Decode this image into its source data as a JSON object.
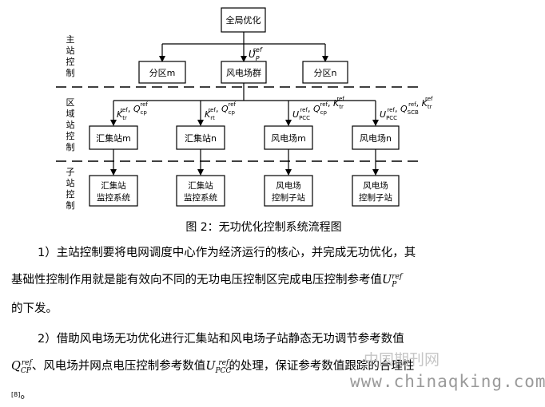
{
  "diagram": {
    "top_node": "全局优化",
    "top_edge_label": {
      "base": "U",
      "sub": "P",
      "sup": "ref"
    },
    "level2": [
      "分区m",
      "风电场群",
      "分区n"
    ],
    "level3": [
      "汇集站m",
      "汇集站n",
      "风电场m",
      "风电场n"
    ],
    "level4": [
      [
        "汇集站",
        "监控系统"
      ],
      [
        "汇集站",
        "监控系统"
      ],
      [
        "风电场",
        "控制子站"
      ],
      [
        "风电场",
        "控制子站"
      ]
    ],
    "edge_labels": [
      [
        {
          "base": "K",
          "sub": "tr",
          "sup": "ref"
        },
        {
          "base": "Q",
          "sub": "cp",
          "sup": "ref"
        }
      ],
      [
        {
          "base": "K",
          "sub": "rt",
          "sup": "ref"
        },
        {
          "base": "Q",
          "sub": "cp",
          "sup": "ref"
        }
      ],
      [
        {
          "base": "U",
          "sub": "PCC",
          "sup": "ref"
        },
        {
          "base": "Q",
          "sub": "cp",
          "sup": "ref"
        },
        {
          "base": "K",
          "sub": "tr",
          "sup": "ref"
        }
      ],
      [
        {
          "base": "U",
          "sub": "PCC",
          "sup": "ref"
        },
        {
          "base": "Q",
          "sub": "SCB",
          "sup": "ref"
        },
        {
          "base": "K",
          "sub": "tr",
          "sup": "ref"
        }
      ]
    ],
    "tier_labels": [
      "主站控制",
      "区域站控制",
      "子站控制"
    ]
  },
  "caption": "图 2：无功优化控制系统流程图",
  "paragraph1": {
    "line1": "1）主站控制要将电网调度中心作为经济运行的核心，并完成无功优化，其",
    "line2": "基础性控制作用就是能有效向不同的无功电压控制区完成电压控制参考值",
    "line3": "的下发。"
  },
  "paragraph2": {
    "line1": "2）借助风电场无功优化进行汇集站和风电场子站静态无功调节参考数值",
    "line2_part1": "、风电场并网点电压控制参考数值",
    "line2_part2": "的处理，保证参考数值跟踪的合理性",
    "ref": "[8]",
    "end": "。"
  },
  "watermark": "www.chinaqking.com",
  "watermark_cn": "中国期刊网"
}
